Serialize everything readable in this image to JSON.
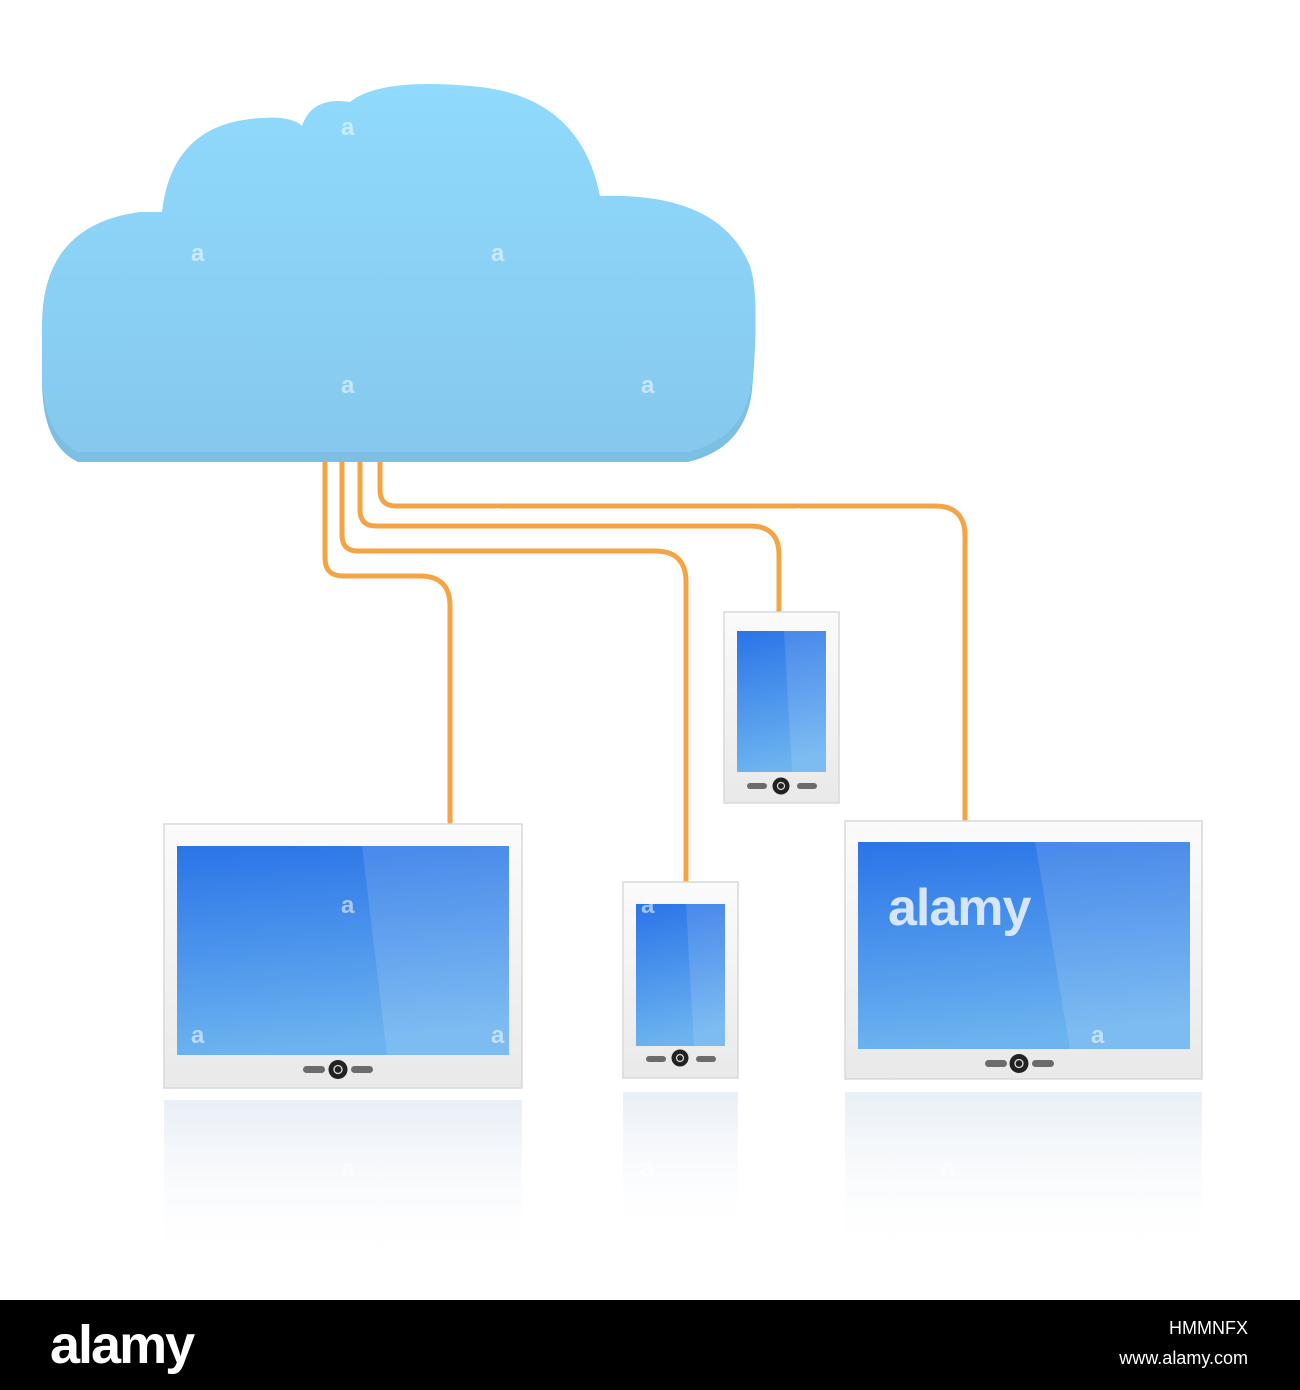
{
  "colors": {
    "cloud": "#8fd5f8",
    "cable": "#f5a445",
    "screen_top": "#2a76e8",
    "screen_bottom": "#6db4ef",
    "device_body": "#f4f4f4",
    "footer": "#000000"
  },
  "watermark": {
    "mark": "a",
    "word": "alamy"
  },
  "footer": {
    "logo": "alamy",
    "image_id": "HMMNFX",
    "url": "www.alamy.com"
  },
  "scene": {
    "icons": [
      "cloud-icon",
      "tablet-icon",
      "phone-icon",
      "cable"
    ]
  }
}
